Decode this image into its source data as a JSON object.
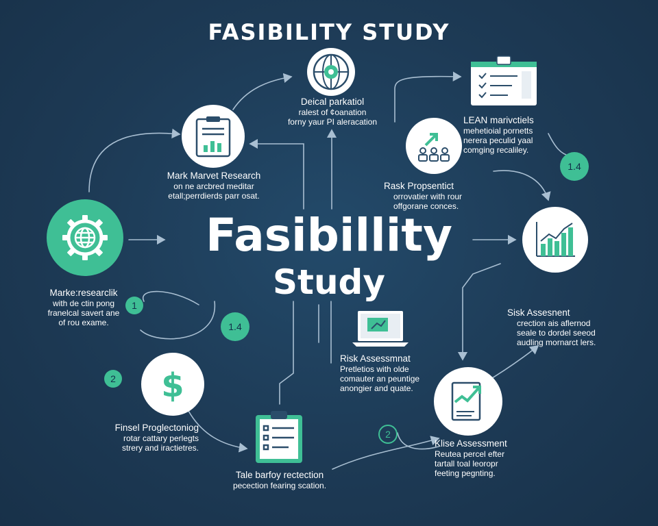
{
  "title": "FASIBILITY STUDY",
  "center": {
    "line1": "Fasibillity",
    "line2": "Study"
  },
  "nodes": {
    "technical": {
      "heading": "Deical parkatiol",
      "lines": [
        "ralest of ¢oanation",
        "forny yaur PI aleracation"
      ],
      "icon": "gear-globe-icon"
    },
    "lean": {
      "heading": "LEAN marivctiels",
      "lines": [
        "mehetioial pornetts",
        "nerera peculid yaal",
        "comging recaliley."
      ],
      "icon": "monitor-checklist-icon"
    },
    "market": {
      "heading": "Mark Marvet Research",
      "lines": [
        "on ne arcbred meditar",
        "etall;perrdierds parr osat."
      ],
      "icon": "clipboard-chart-icon"
    },
    "risk_prop": {
      "heading": "Rask Propsentict",
      "lines": [
        "orrovatier with rour",
        "offgorane conces."
      ],
      "icon": "team-growth-icon"
    },
    "market_left": {
      "heading": "Marke:researclik",
      "lines": [
        "with de ctin pong",
        "franelcal savert ane",
        "of rou exame."
      ],
      "icon": "gear-globe-icon"
    },
    "risk_right": {
      "heading": "Sisk Assesnent",
      "lines": [
        "crection ais aflernod",
        "seale to dordel seeod",
        "audling mornarct lers."
      ],
      "icon": "bar-chart-icon"
    },
    "risk_mid": {
      "heading": "Risk Assessmnat",
      "lines": [
        "Pretletios with olde",
        "comauter an peuntige",
        "anongier and quate."
      ],
      "icon": "laptop-chart-icon"
    },
    "financial": {
      "heading": "Finsel Proglectoniog",
      "lines": [
        "rotar cattary perlegts",
        "strery and iractietres."
      ],
      "icon": "dollar-icon"
    },
    "kise": {
      "heading": "Klise Assessment",
      "lines": [
        "Reutea percel efter",
        "tartall toal leoropr",
        "feeting pegnting."
      ],
      "icon": "document-trend-icon"
    },
    "table": {
      "heading": "Tale barfoy rectection",
      "lines": [
        "pecection fearing scation."
      ],
      "icon": "clipboard-list-icon"
    }
  },
  "badges": {
    "b14_top": "1.4",
    "b1": "1",
    "b14_mid": "1.4",
    "b2_left": "2",
    "b2_bottom": "2"
  },
  "colors": {
    "background": "#1d3a55",
    "accent": "#3fbf95",
    "node": "#ffffff",
    "icon_dark": "#2b4d6a"
  }
}
